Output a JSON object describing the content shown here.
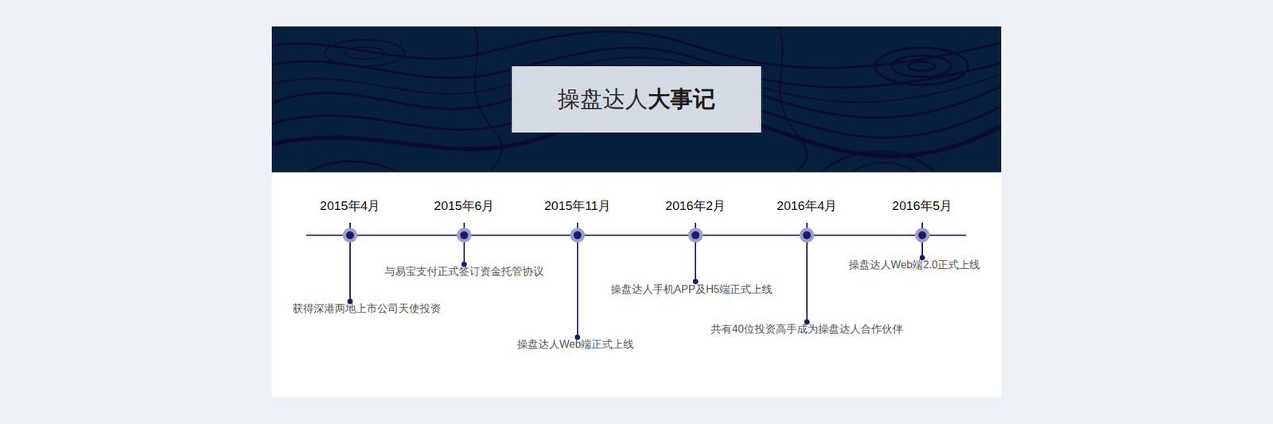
{
  "diagram": {
    "nodes": [
      {
        "text": [
          "操盘达人",
          "大事记"
        ]
      }
    ],
    "labels": [
      "2015年4月",
      "2015年6月",
      "2015年11月",
      "2016年2月",
      "2016年4月",
      "2016年5月",
      "获得深港两地上市公司天使投资",
      "与易宝支付正式签订资金托管协议",
      "操盘达人Web端正式上线",
      "操盘达人手机APP及H5端正式上线",
      "共有40位投资高手成为操盘达人合作伙伴",
      "操盘达人Web端2.0正式上线"
    ]
  }
}
